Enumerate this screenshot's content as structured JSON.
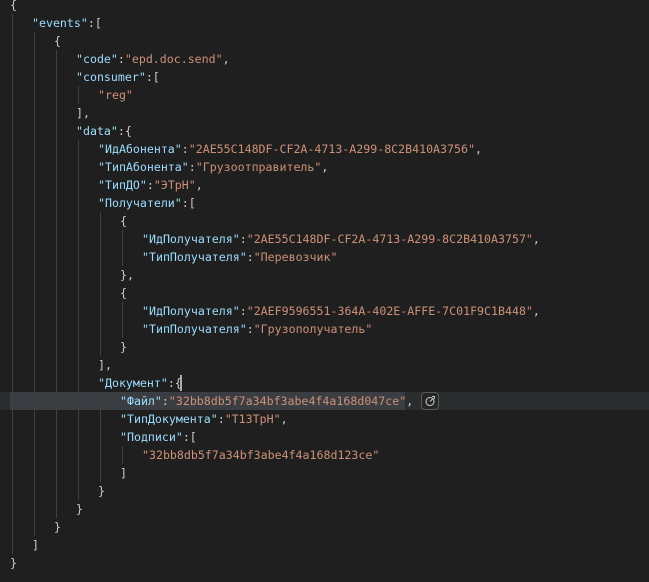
{
  "editor": {
    "lines": [
      {
        "indent": 0,
        "tokens": [
          {
            "t": "{",
            "c": "p"
          }
        ]
      },
      {
        "indent": 1,
        "tokens": [
          {
            "t": "\"events\"",
            "c": "k"
          },
          {
            "t": ":[",
            "c": "p"
          }
        ]
      },
      {
        "indent": 2,
        "tokens": [
          {
            "t": "{",
            "c": "p"
          }
        ]
      },
      {
        "indent": 3,
        "tokens": [
          {
            "t": "\"code\"",
            "c": "k"
          },
          {
            "t": ":",
            "c": "p"
          },
          {
            "t": "\"epd.doc.send\"",
            "c": "s"
          },
          {
            "t": ",",
            "c": "p"
          }
        ]
      },
      {
        "indent": 3,
        "tokens": [
          {
            "t": "\"consumer\"",
            "c": "k"
          },
          {
            "t": ":[",
            "c": "p"
          }
        ]
      },
      {
        "indent": 4,
        "tokens": [
          {
            "t": "\"reg\"",
            "c": "s"
          }
        ]
      },
      {
        "indent": 3,
        "tokens": [
          {
            "t": "],",
            "c": "p"
          }
        ]
      },
      {
        "indent": 3,
        "tokens": [
          {
            "t": "\"data\"",
            "c": "k"
          },
          {
            "t": ":{",
            "c": "p"
          }
        ]
      },
      {
        "indent": 4,
        "tokens": [
          {
            "t": "\"ИдАбонента\"",
            "c": "k"
          },
          {
            "t": ":",
            "c": "p"
          },
          {
            "t": "\"2AE55C148DF-CF2A-4713-A299-8C2B410A3756\"",
            "c": "s"
          },
          {
            "t": ",",
            "c": "p"
          }
        ]
      },
      {
        "indent": 4,
        "tokens": [
          {
            "t": "\"ТипАбонента\"",
            "c": "k"
          },
          {
            "t": ":",
            "c": "p"
          },
          {
            "t": "\"Грузоотправитель\"",
            "c": "s"
          },
          {
            "t": ",",
            "c": "p"
          }
        ]
      },
      {
        "indent": 4,
        "tokens": [
          {
            "t": "\"ТипДО\"",
            "c": "k"
          },
          {
            "t": ":",
            "c": "p"
          },
          {
            "t": "\"ЭТрН\"",
            "c": "s"
          },
          {
            "t": ",",
            "c": "p"
          }
        ]
      },
      {
        "indent": 4,
        "tokens": [
          {
            "t": "\"Получатели\"",
            "c": "k"
          },
          {
            "t": ":[",
            "c": "p"
          }
        ]
      },
      {
        "indent": 5,
        "tokens": [
          {
            "t": "{",
            "c": "p"
          }
        ]
      },
      {
        "indent": 6,
        "tokens": [
          {
            "t": "\"ИдПолучателя\"",
            "c": "k"
          },
          {
            "t": ":",
            "c": "p"
          },
          {
            "t": "\"2AE55C148DF-CF2A-4713-A299-8C2B410A3757\"",
            "c": "s"
          },
          {
            "t": ",",
            "c": "p"
          }
        ]
      },
      {
        "indent": 6,
        "tokens": [
          {
            "t": "\"ТипПолучателя\"",
            "c": "k"
          },
          {
            "t": ":",
            "c": "p"
          },
          {
            "t": "\"Перевозчик\"",
            "c": "s"
          }
        ]
      },
      {
        "indent": 5,
        "tokens": [
          {
            "t": "},",
            "c": "p"
          }
        ]
      },
      {
        "indent": 5,
        "tokens": [
          {
            "t": "{",
            "c": "p"
          }
        ]
      },
      {
        "indent": 6,
        "tokens": [
          {
            "t": "\"ИдПолучателя\"",
            "c": "k"
          },
          {
            "t": ":",
            "c": "p"
          },
          {
            "t": "\"2AEF9596551-364A-402E-AFFE-7C01F9C1B448\"",
            "c": "s"
          },
          {
            "t": ",",
            "c": "p"
          }
        ]
      },
      {
        "indent": 6,
        "tokens": [
          {
            "t": "\"ТипПолучателя\"",
            "c": "k"
          },
          {
            "t": ":",
            "c": "p"
          },
          {
            "t": "\"Грузополучатель\"",
            "c": "s"
          }
        ]
      },
      {
        "indent": 5,
        "tokens": [
          {
            "t": "}",
            "c": "p"
          }
        ]
      },
      {
        "indent": 4,
        "tokens": [
          {
            "t": "],",
            "c": "p"
          }
        ]
      },
      {
        "indent": 4,
        "tokens": [
          {
            "t": "\"Документ\"",
            "c": "k"
          },
          {
            "t": ":{",
            "c": "p"
          }
        ]
      },
      {
        "indent": 5,
        "tokens": [
          {
            "t": "\"Файл\"",
            "c": "k"
          },
          {
            "t": ":",
            "c": "p"
          },
          {
            "t": "\"32bb8db5f7a34bf3abe4f4a168d047ce\"",
            "c": "s"
          },
          {
            "t": ",",
            "c": "p"
          }
        ]
      },
      {
        "indent": 5,
        "tokens": [
          {
            "t": "\"ТипДокумента\"",
            "c": "k"
          },
          {
            "t": ":",
            "c": "p"
          },
          {
            "t": "\"Т13ТрН\"",
            "c": "s"
          },
          {
            "t": ",",
            "c": "p"
          }
        ]
      },
      {
        "indent": 5,
        "tokens": [
          {
            "t": "\"Подписи\"",
            "c": "k"
          },
          {
            "t": ":[",
            "c": "p"
          }
        ]
      },
      {
        "indent": 6,
        "tokens": [
          {
            "t": "\"32bb8db5f7a34bf3abe4f4a168d123ce\"",
            "c": "s"
          }
        ]
      },
      {
        "indent": 5,
        "tokens": [
          {
            "t": "]",
            "c": "p"
          }
        ]
      },
      {
        "indent": 4,
        "tokens": [
          {
            "t": "}",
            "c": "p"
          }
        ]
      },
      {
        "indent": 3,
        "tokens": [
          {
            "t": "}",
            "c": "p"
          }
        ]
      },
      {
        "indent": 2,
        "tokens": [
          {
            "t": "}",
            "c": "p"
          }
        ]
      },
      {
        "indent": 1,
        "tokens": [
          {
            "t": "]",
            "c": "p"
          }
        ]
      },
      {
        "indent": 0,
        "tokens": [
          {
            "t": "}",
            "c": "p"
          }
        ]
      }
    ],
    "selected_line": 22,
    "inline_action_icon": "edit-suggestion-icon",
    "colors": {
      "background": "#1f1f1f",
      "key": "#9cdcfe",
      "string": "#ce9178",
      "punctuation": "#cccccc",
      "indent_guide": "#404040",
      "selection": "#3a3d41"
    }
  }
}
